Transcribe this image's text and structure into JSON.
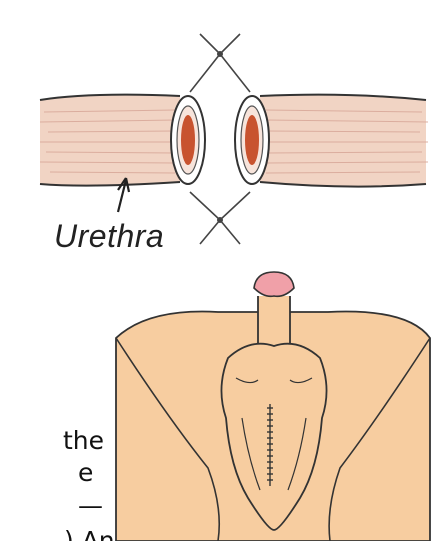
{
  "labels": {
    "urethra": "Urethra"
  },
  "text_fragments": [
    "the",
    "e",
    "—",
    ") An"
  ],
  "colors": {
    "skin": "#F7CDA0",
    "skin_outline": "#3a3a3a",
    "tissue": "#F1D4C4",
    "tissue_fibers": "#d9a99a",
    "lumen": "#C8532F",
    "glans": "#F0A0A8",
    "suture": "#333333"
  },
  "icons": [
    "arrow-icon"
  ]
}
